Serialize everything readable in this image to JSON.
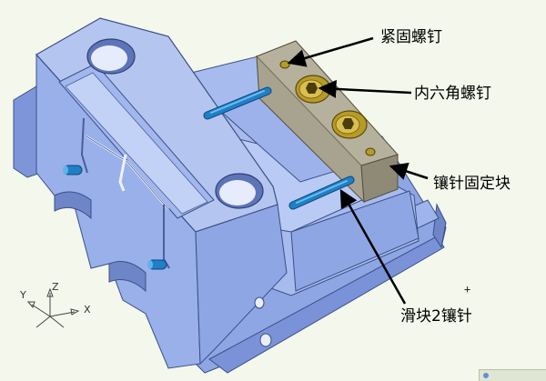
{
  "callouts": {
    "fastening_screw": "紧固螺钉",
    "hex_socket_screw": "内六角螺钉",
    "insert_pin_fixing_block": "镶针固定块",
    "slider_2_insert_pin": "滑块2镶针"
  },
  "triad": {
    "x": "X",
    "y": "Y",
    "z": "Z"
  },
  "colors": {
    "background": "#f4f7ec",
    "part_light": "#b4c6f0",
    "part_mid": "#8ea6e4",
    "part_dark": "#6e86c8",
    "block_light": "#b3ae9a",
    "block_dark": "#8f8a76",
    "pin": "#1f7fc7",
    "screw": "#b89b26"
  }
}
